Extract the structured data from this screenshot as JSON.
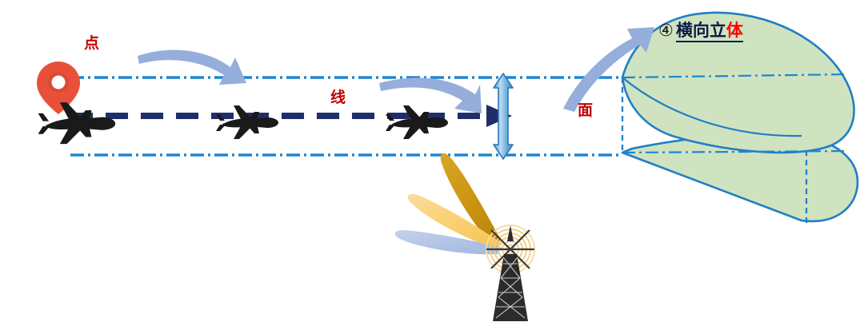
{
  "diagram": {
    "title_number": "④",
    "title_main": "横向立",
    "title_accent": "体",
    "title_full": "④ 横向立体",
    "labels": {
      "point": "点",
      "line": "线",
      "plane": "面"
    },
    "colors": {
      "label_red": "#C00000",
      "title_navy": "#0D1B47",
      "title_accent_red": "#FF0000",
      "lobe_green_fill": "#CFE3C0",
      "lobe_outline_blue": "#1F7FC4",
      "dashdot_blue": "#1E86D0",
      "corridor_navy": "#1F2E6B",
      "curved_arrow_blue": "#95AEDB",
      "vertical_arrow_fill": "#7FB8E0",
      "vertical_arrow_stroke": "#2E75B6",
      "pin_red": "#E8503A",
      "aircraft_black": "#1A1A1A",
      "beam_dark_gold": "#C8920F",
      "beam_light_gold": "#F6CB63",
      "beam_blue": "#AFC2E2",
      "tower_dark": "#2B2B2B",
      "background": "#FFFFFF"
    },
    "icons": {
      "location_pin": "location-pin-icon",
      "aircraft": "aircraft-icon",
      "radar_tower": "radar-tower-icon"
    },
    "aircraft_count": 3,
    "beam_lobes": 3,
    "solid_lobes": 2
  }
}
